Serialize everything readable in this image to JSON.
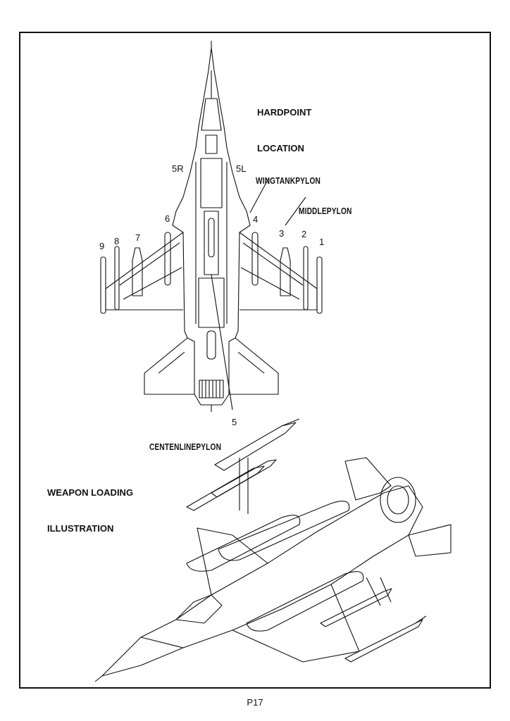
{
  "hardpoint_title": [
    "HARDPOINT",
    "LOCATION"
  ],
  "pylon_labels": {
    "wingtank": "WINGTANKPYLON",
    "middle": "MIDDLEPYLON",
    "centerline": "CENTENLINEPYLON"
  },
  "station_numbers": {
    "s1": "1",
    "s2": "2",
    "s3": "3",
    "s4": "4",
    "s5": "5",
    "s5L": "5L",
    "s5R": "5R",
    "s6": "6",
    "s7": "7",
    "s8": "8",
    "s9": "9"
  },
  "weapon_title": [
    "WEAPON LOADING",
    "ILLUSTRATION"
  ],
  "page_number": "P17"
}
